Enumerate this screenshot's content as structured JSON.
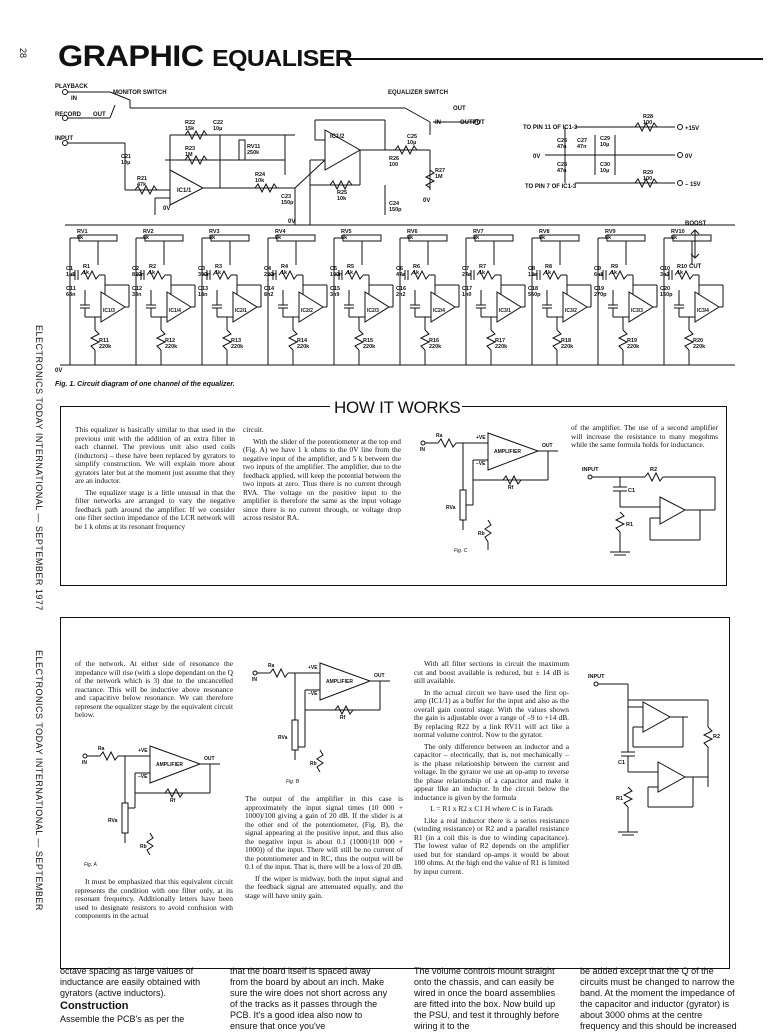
{
  "header": {
    "page_number": "28",
    "title_part1": "GRAPHIC",
    "title_part2": "EQUALISER"
  },
  "margin_text": {
    "upper": "ELECTRONICS TODAY INTERNATIONAL — SEPTEMBER 1977",
    "lower": "ELECTRONICS TODAY INTERNATIONAL — SEPTEMBER"
  },
  "schematic": {
    "labels": {
      "playback": "PLAYBACK",
      "in": "IN",
      "monitor_switch": "MONITOR SWITCH",
      "record": "RECORD",
      "out": "OUT",
      "input": "INPUT",
      "equalizer_switch": "EQUALIZER SWITCH",
      "output": "OUTPUT",
      "to_pin_11": "TO PIN 11 OF IC1-3",
      "to_pin_7": "TO PIN 7 OF IC1-3",
      "plus15": "+15V",
      "zero_v": "0V",
      "minus15": "– 15V",
      "boost": "BOOST",
      "cut": "CUT",
      "zero_v_left": "0V"
    },
    "components": {
      "r22": "R22\n15k",
      "c22": "C22\n10µ",
      "r23": "R23\n1M",
      "rv11": "RV11\n250k",
      "c21": "C21\n10µ",
      "r21": "R21\n47k",
      "ic11": "IC1/1",
      "ic12": "IC1/2",
      "c25": "C25\n10µ",
      "r26": "R26\n100",
      "r27": "R27\n1M",
      "r24": "R24\n10k",
      "r25": "R25\n10k",
      "c23": "C23\n150p",
      "c24": "C24\n150p",
      "r28": "R28\n100",
      "r29": "R29\n100",
      "c26": "C26\n47n",
      "c27": "C27\n47n",
      "c28": "C28\n47n",
      "c29": "C29\n10µ",
      "c30": "C30\n10µ"
    },
    "filter_sections": [
      {
        "rv": "RV1\n5k",
        "c_top": "C1\n1µ5",
        "r_top": "R1\n1k",
        "c_bot": "C11\n68n",
        "ic": "IC1/3",
        "r_bot": "R11\n220k"
      },
      {
        "rv": "RV2\n5k",
        "c_top": "C2\n820n",
        "r_top": "R2\n1k",
        "c_bot": "C12\n33n",
        "ic": "IC1/4",
        "r_bot": "R12\n220k"
      },
      {
        "rv": "RV3\n5k",
        "c_top": "C3\n390n",
        "r_top": "R3\n1k",
        "c_bot": "C13\n18n",
        "ic": "IC2/1",
        "r_bot": "R13\n220k"
      },
      {
        "rv": "RV4\n5k",
        "c_top": "C4\n220n",
        "r_top": "R4\n1k",
        "c_bot": "C14\n8n2",
        "ic": "IC2/2",
        "r_bot": "R14\n220k"
      },
      {
        "rv": "RV5\n5k",
        "c_top": "C5\n100n",
        "r_top": "R5\n1k",
        "c_bot": "C15\n3n9",
        "ic": "IC2/3",
        "r_bot": "R15\n220k"
      },
      {
        "rv": "RV6\n5k",
        "c_top": "C6\n47n",
        "r_top": "R6\n1k",
        "c_bot": "C16\n2n2",
        "ic": "IC2/4",
        "r_bot": "R16\n220k"
      },
      {
        "rv": "RV7\n5k",
        "c_top": "C7\n27n",
        "r_top": "R7\n1k",
        "c_bot": "C17\n1n0",
        "ic": "IC3/1",
        "r_bot": "R17\n220k"
      },
      {
        "rv": "RV8\n5k",
        "c_top": "C8\n12n",
        "r_top": "R8\n1k",
        "c_bot": "C18\n560p",
        "ic": "IC3/2",
        "r_bot": "R18\n220k"
      },
      {
        "rv": "RV9\n5k",
        "c_top": "C9\n6n8",
        "r_top": "R9\n1k",
        "c_bot": "C19\n270p",
        "ic": "IC3/3",
        "r_bot": "R19\n220k"
      },
      {
        "rv": "RV10\n5k",
        "c_top": "C10\n3n3",
        "r_top": "R10\n1k",
        "c_bot": "C20\n150p",
        "ic": "IC3/4",
        "r_bot": "R20\n220k"
      }
    ],
    "caption": "Fig. 1. Circuit diagram of one channel of the equalizer."
  },
  "how_it_works": {
    "heading": "HOW IT WORKS",
    "col1": [
      "This equalizer is basically similar to that used in the previous unit with the addition of an extra filter in each channel. The previous unit also used coils (inductors) – these have been replaced by gyrators to simplify construction. We will explain more about gyrators later but at the moment just assume that they are an inductor.",
      "The equalizer stage is a little unusual in that the filter networks are arranged to vary the negative feedback path around the amplifier. If we consider one filter section impedance of the LCR network will be 1 k ohms at its resonant frequency"
    ],
    "col2": [
      "circuit.",
      "With the slider of the potentiometer at the top end (Fig. A) we have 1 k ohms to the 0V line from the negative input of the amplifier, and 5 k between the two inputs of the amplifier. The amplifier, due to the feedback applied, will keep the potential between the two inputs at zero. Thus there is no current through RVA. The voltage on the positive input to the amplifier is therefore the same as the input voltage since there is no current through, or voltage drop across resistor RA."
    ],
    "col4": [
      "of the amplifier. The use of a second amplifier will increase the resistance to many megohms while the same formula holds for inductance."
    ],
    "fig_c": {
      "caption": "Fig. C",
      "ra": "Ra",
      "in": "IN",
      "plus_ve": "+VE",
      "minus_ve": "–VE",
      "amp": "AMPLIFIER",
      "out": "OUT",
      "rf": "Rf",
      "rva": "RVa",
      "rb": "Rb"
    },
    "gyrator": {
      "input": "INPUT",
      "r2": "R2",
      "c1": "C1",
      "r1": "R1"
    }
  },
  "page2": {
    "col1_p": [
      "of the network. At either side of resonance the impedance will rise (with a slope dependant on the Q of the network which is 3) due to the uncancelled reactance. This will be inductive above resonance and capacitive below resonance. We can therefore represent the equalizer stage by the equivalent circuit below."
    ],
    "col1_b": [
      "It must be emphasized that this equivalent circuit represents the condition with one filter only, at its resonant frequency. Additionally letters have been used to designate resistors to avoid confusion with components in the actual"
    ],
    "fig_a": "Fig. A",
    "fig_b": "Fig. B",
    "col2": [
      "The output of the amplifier in this case is approximately the input signal times (10 000 + 1000)/100 giving a gain of 20 dB. If the slider is at the other end of the potentiometer, (Fig. B), the signal appearing at the positive input, and thus also the negative input is about 0.1 (1000/(10 000 + 1000)) of the input. There will still be no current of the potentiometer and in RC, thus the output will be 0.1 of the input. That is, there will be a loss of 20 dB.",
      "If the wiper is midway, both the input signal and the feedback signal are attenuated equally, and the stage will have unity gain."
    ],
    "col3": [
      "With all filter sections in circuit the maximum cut and boost available is reduced, but ± 14 dB is still available.",
      "In the actual circuit we have used the first op-amp (IC1/1) as a buffer for the input and also as the overall gain control stage. With the values shown the gain is adjustable over a range of –9 to +14 dB. By replacing R22 by a link RV11 will act like a normal volume control. Now to the gyrator.",
      "The only difference between an inductor and a capacitor – electrically, that is, not mechanically – is the phase relationship between the current and voltage. In the gyrator we use an op-amp to reverse the phase relationship of a capacitor and make it appear like an inductor. In the circuit below the inductance is given by the formula"
    ],
    "formula": "L = R1 x R2 x C1  H  where C is in Farads",
    "col3b": [
      "Like a real inductor there is a series resistance (winding resistance) or R2 and a parallel resistance R1 (in a coil this is due to winding capacitance). The lowest value of R2 depends on the amplifier used but for standard op-amps it would be about 100 ohms. At the high end the value of R1 is limited by input current."
    ]
  },
  "bottom": {
    "col1": "octave spacing as large values of inductance are easily obtained with gyrators (active inductors).",
    "construction": "Construction",
    "col1b": "Assemble the PCB's as per the",
    "col2": "that the board itself is spaced away from the board by about an inch. Make sure the wire does not short across any of the tracks as it passes through the PCB. It's a good idea also now to ensure that once you've",
    "col3": "The volume controls mount straight onto the chassis, and can easily be wired in once the board assemblies are fitted into the box. Now build up the PSU, and test it throughly before wiring it to the",
    "col4": "be added except that the Q of the circuits must be changed to narrow the band. At the moment the impedance of the capacitor and inductor (gyrator) is about 3000 ohms at the centre frequency and this should be increased"
  }
}
